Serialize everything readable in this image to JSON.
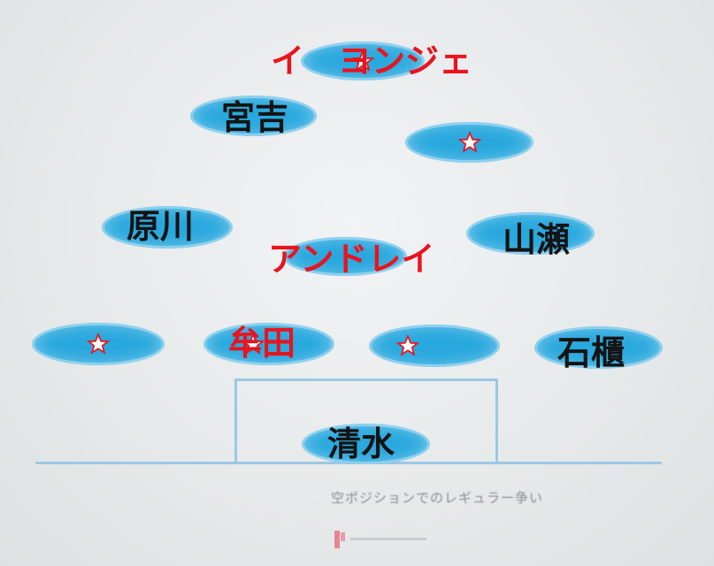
{
  "colors": {
    "ellipse": "#29a8de",
    "star": "#e8141e",
    "black_label": "#141414",
    "red_label": "#e8141e",
    "field_line": "#9cc7e4"
  },
  "players": {
    "top_forward": "イ　ヨンジェ",
    "left_forward": "宮吉",
    "left_mid": "原川",
    "right_mid": "山瀬",
    "center_mid": "アンドレイ",
    "center_back": "牟田",
    "right_back": "石櫃",
    "goalkeeper": "清水"
  },
  "caption": "空ポジションでのレギュラー争い"
}
